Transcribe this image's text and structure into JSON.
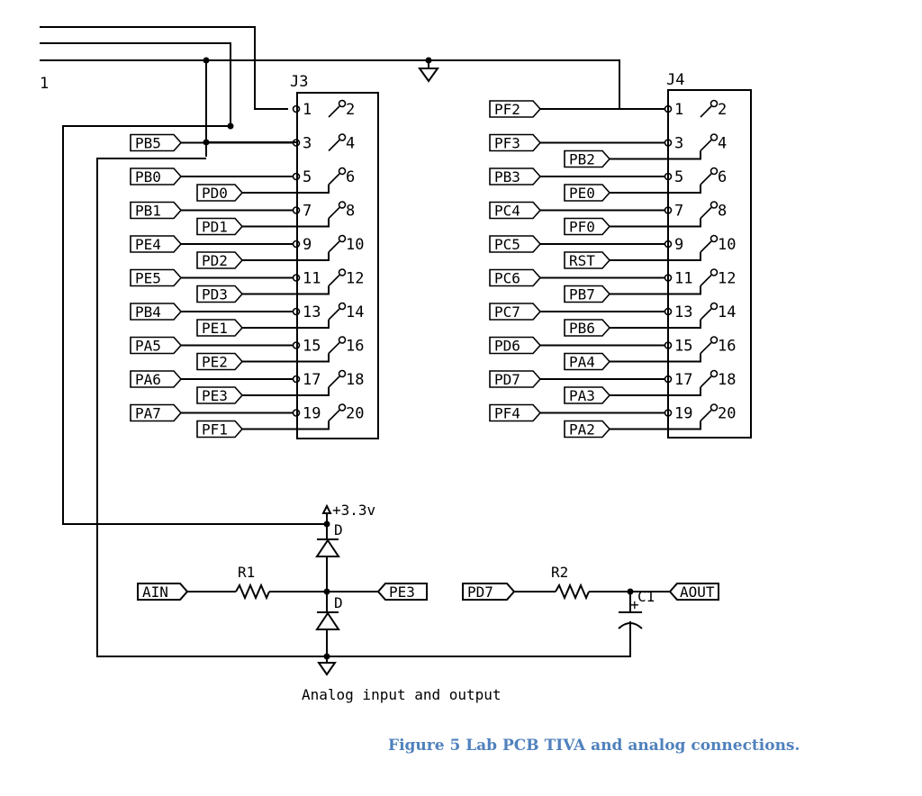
{
  "top_label": "1",
  "j3": {
    "title": "J3",
    "pins": [
      "1",
      "2",
      "3",
      "4",
      "5",
      "6",
      "7",
      "8",
      "9",
      "10",
      "11",
      "12",
      "13",
      "14",
      "15",
      "16",
      "17",
      "18",
      "19",
      "20"
    ],
    "odd_signals": [
      "",
      "PB5",
      "PB0",
      "PB1",
      "PE4",
      "PE5",
      "PB4",
      "PA5",
      "PA6",
      "PA7"
    ],
    "even_signals": [
      "",
      "",
      "PD0",
      "PD1",
      "PD2",
      "PD3",
      "PE1",
      "PE2",
      "PE3",
      "PF1"
    ]
  },
  "j4": {
    "title": "J4",
    "pins": [
      "1",
      "2",
      "3",
      "4",
      "5",
      "6",
      "7",
      "8",
      "9",
      "10",
      "11",
      "12",
      "13",
      "14",
      "15",
      "16",
      "17",
      "18",
      "19",
      "20"
    ],
    "odd_signals": [
      "PF2",
      "PF3",
      "PB3",
      "PC4",
      "PC5",
      "PC6",
      "PC7",
      "PD6",
      "PD7",
      "PF4"
    ],
    "even_signals": [
      "",
      "PB2",
      "PE0",
      "PF0",
      "RST",
      "PB7",
      "PB6",
      "PA4",
      "PA3",
      "PA2"
    ]
  },
  "analog": {
    "supply": "+3.3v",
    "diode_top": "D",
    "diode_bottom": "D",
    "r1": "R1",
    "r2": "R2",
    "c1": "C1",
    "cap_plus": "+",
    "ain": "AIN",
    "pe3": "PE3",
    "pd7": "PD7",
    "aout": "AOUT",
    "caption": "Analog input and output"
  },
  "figure_caption": "Figure 5 Lab PCB TIVA and analog connections."
}
